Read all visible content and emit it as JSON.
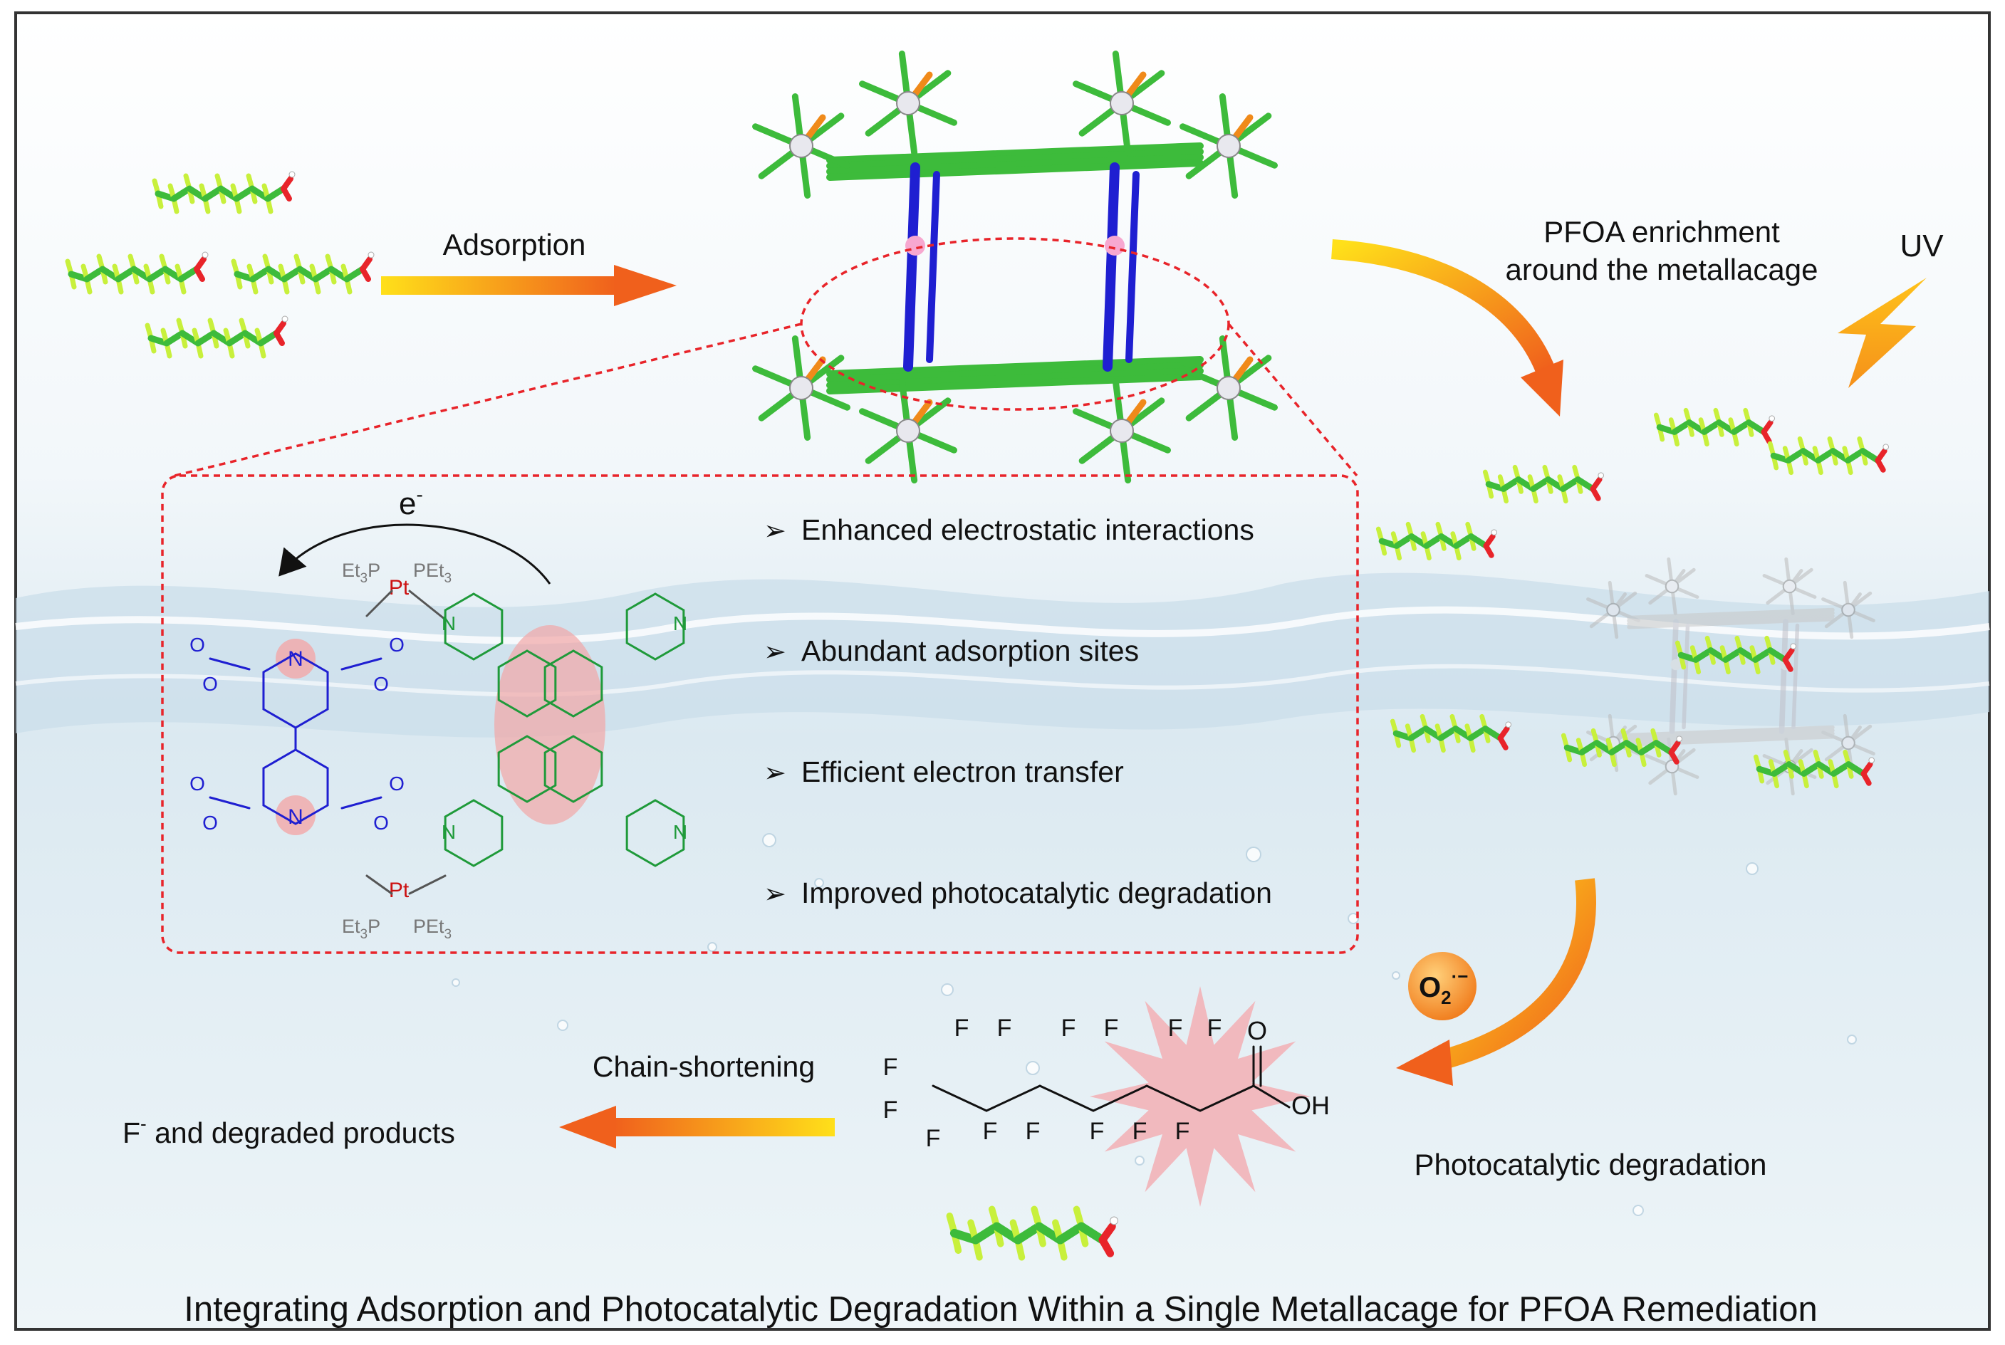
{
  "labels": {
    "adsorption": "Adsorption",
    "enrichment_line1": "PFOA enrichment",
    "enrichment_line2": "around the metallacage",
    "uv": "UV",
    "electron": "e",
    "electron_sup": "-",
    "photocatalytic_degradation": "Photocatalytic degradation",
    "chain_shortening": "Chain-shortening",
    "products_f": "F",
    "products_sup": "-",
    "products_rest": " and degraded products",
    "superoxide_o": "O",
    "superoxide_sub": "2",
    "superoxide_sup": "·−",
    "title": "Integrating Adsorption and Photocatalytic Degradation Within a Single Metallacage for PFOA Remediation"
  },
  "features": [
    "Enhanced electrostatic interactions",
    "Abundant adsorption sites",
    "Efficient electron transfer",
    "Improved photocatalytic degradation"
  ],
  "feature_bullet": "➢",
  "structure_labels": {
    "pt": "Pt",
    "n": "N",
    "o": "O",
    "oh": "OH",
    "f": "F",
    "et3p": "Et",
    "et3p_sub": "3",
    "et3p_tail": "P",
    "pet3": "PEt",
    "pet3_sub": "3"
  },
  "colors": {
    "accent_red": "#e8242a",
    "carbon_green": "#3dbb3b",
    "fluorine_yellow": "#c8f03c",
    "ligand_blue": "#1f1fd1",
    "ligand_green": "#1f9a3a",
    "arrow_start": "#ffd21f",
    "arrow_end": "#f26b1d",
    "highlight_pink": "#f2a7a7"
  }
}
